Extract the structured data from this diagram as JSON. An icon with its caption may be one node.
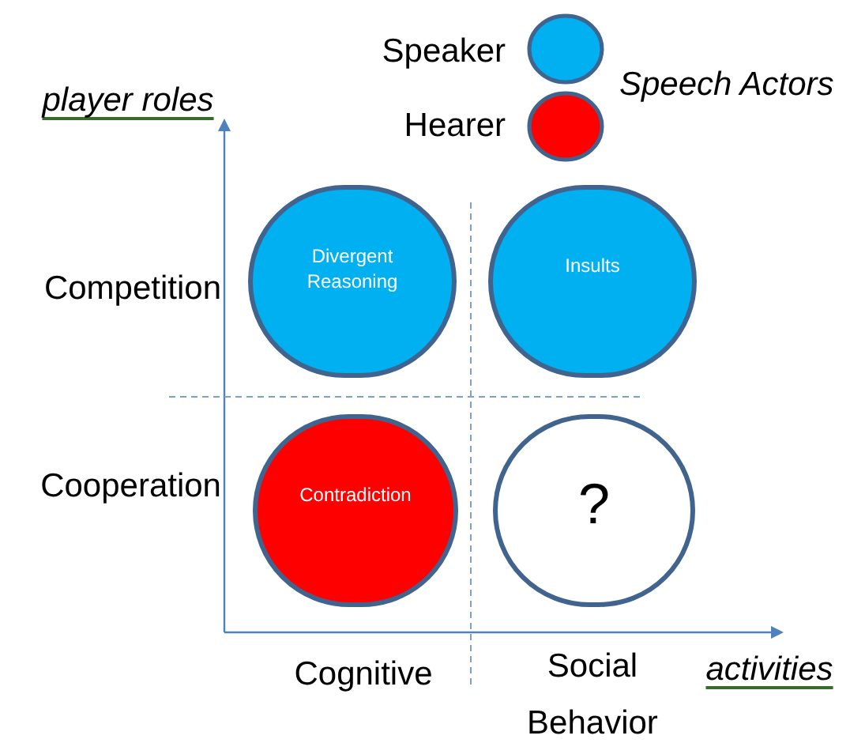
{
  "diagram": {
    "nodes": [
      {
        "text": [
          "Divergent Reasoning"
        ]
      },
      {
        "text": [
          "Insults"
        ]
      },
      {
        "text": [
          "Contradiction"
        ]
      },
      {
        "text": [
          "?"
        ]
      }
    ],
    "edges": [],
    "labels": [
      "Speech Actors",
      "player roles",
      "Competition",
      "Cooperation",
      "Cognitive",
      "Social Behavior",
      "activities"
    ],
    "legend": [
      {
        "text": "Speaker",
        "color": "#00b0f0"
      },
      {
        "text": "Hearer",
        "color": "#ff0000"
      }
    ]
  }
}
